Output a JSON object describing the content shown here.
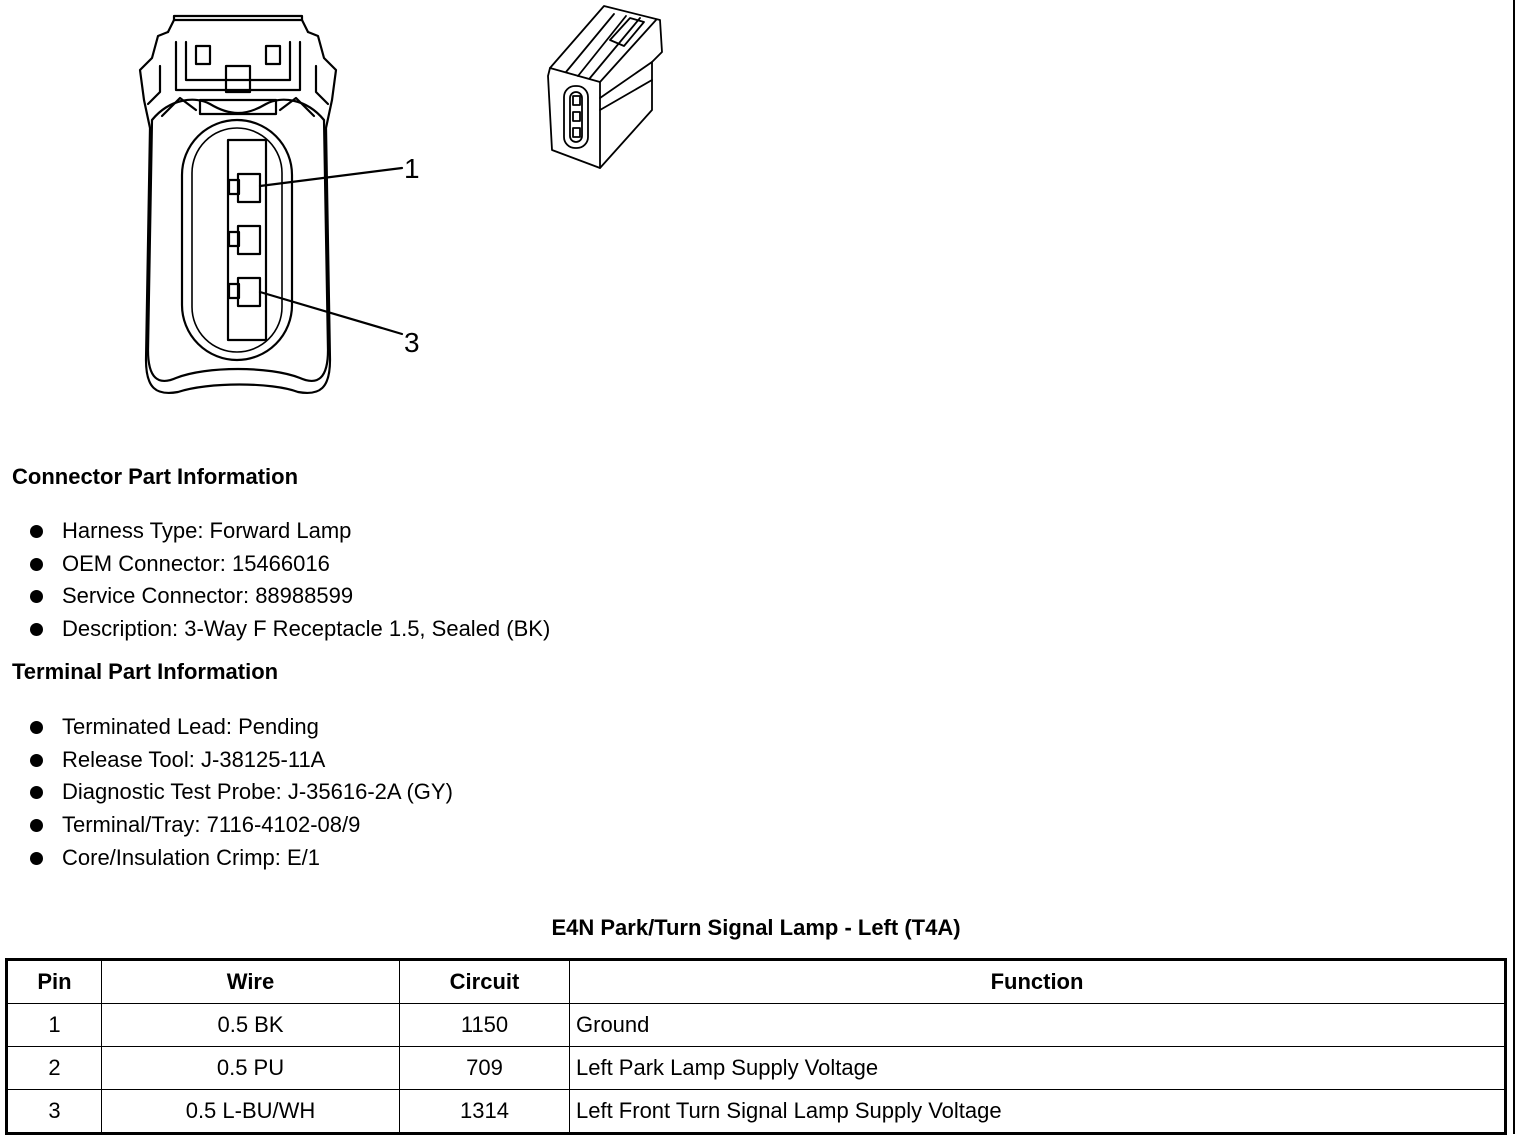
{
  "diagram": {
    "pin_callouts": [
      "1",
      "3"
    ]
  },
  "connector_part_information": {
    "heading": "Connector Part Information",
    "items": [
      "Harness Type: Forward Lamp",
      "OEM Connector: 15466016",
      "Service Connector: 88988599",
      "Description: 3-Way F Receptacle 1.5, Sealed (BK)"
    ]
  },
  "terminal_part_information": {
    "heading": "Terminal Part Information",
    "items": [
      "Terminated Lead: Pending",
      "Release Tool: J-38125-11A",
      "Diagnostic Test Probe: J-35616-2A (GY)",
      "Terminal/Tray: 7116-4102-08/9",
      "Core/Insulation Crimp: E/1"
    ]
  },
  "pinout_table": {
    "title": "E4N Park/Turn Signal Lamp - Left (T4A)",
    "headers": [
      "Pin",
      "Wire",
      "Circuit",
      "Function"
    ],
    "rows": [
      [
        "1",
        "0.5 BK",
        "1150",
        "Ground"
      ],
      [
        "2",
        "0.5 PU",
        "709",
        "Left Park Lamp Supply Voltage"
      ],
      [
        "3",
        "0.5 L-BU/WH",
        "1314",
        "Left Front Turn Signal Lamp Supply Voltage"
      ]
    ]
  }
}
